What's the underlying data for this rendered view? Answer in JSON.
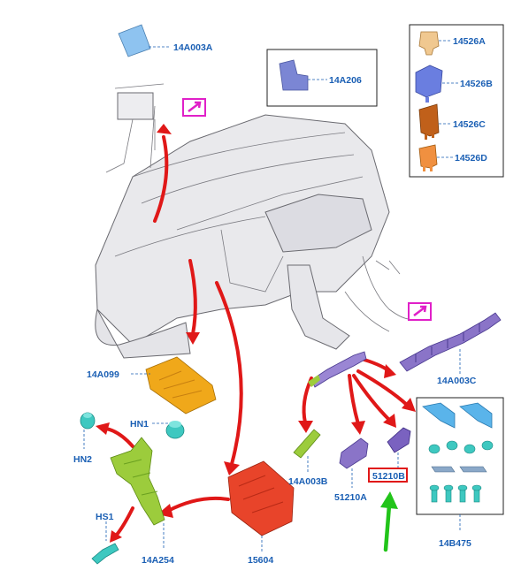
{
  "labels": {
    "l_14A003A": "14A003A",
    "l_14A206": "14A206",
    "l_14526A": "14526A",
    "l_14526B": "14526B",
    "l_14526C": "14526C",
    "l_14526D": "14526D",
    "l_14A099": "14A099",
    "l_HN1": "HN1",
    "l_HN2": "HN2",
    "l_HS1": "HS1",
    "l_14A254": "14A254",
    "l_15604": "15604",
    "l_14A003B": "14A003B",
    "l_51210A": "51210A",
    "l_51210B": "51210B",
    "l_14A003C": "14A003C",
    "l_14B475": "14B475"
  },
  "colors": {
    "arrow_red": "#e01818",
    "highlight_arrow_green": "#22c41a",
    "label_blue": "#1a5fb4",
    "callout_magenta": "#e020c8",
    "module_orange": "#f0a81a",
    "module_red": "#e8442a",
    "connector_purple": "#8a74c8",
    "bracket_green": "#9ccc3c",
    "fastener_teal": "#3ec8c0"
  },
  "icons": {
    "callout_left": "external-view-callout-icon",
    "callout_right": "external-view-callout-icon"
  }
}
